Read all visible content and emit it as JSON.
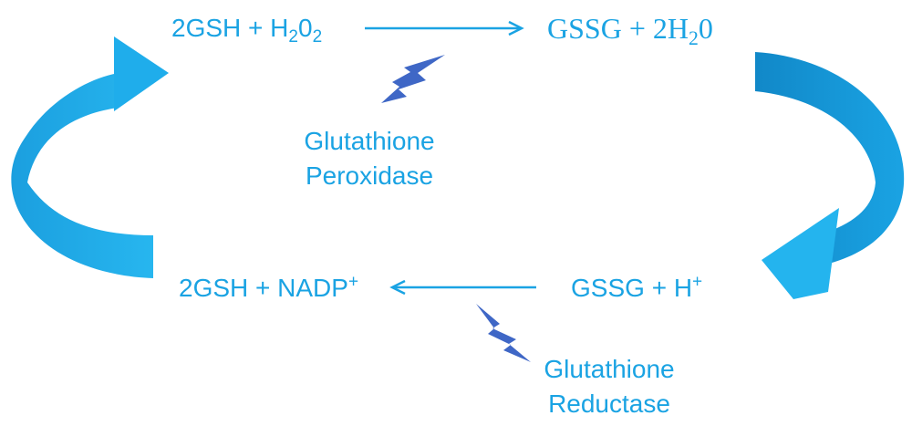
{
  "colors": {
    "text": "#1aa3e3",
    "cycle_arrow_left": "#20aeea",
    "cycle_arrow_right": "#1597d6",
    "cycle_arrow_right_tip": "#24b4ee",
    "reaction_arrow": "#1aa3e3",
    "bolt": "#3f67c6"
  },
  "reactions": {
    "top_left": {
      "a": "2GSH + H",
      "sub1": "2",
      "b": "0",
      "sub2": "2"
    },
    "top_right": {
      "a": "GSSG + 2H",
      "sub1": "2",
      "b": "0"
    },
    "bottom_left": {
      "a": "2GSH + NADP",
      "sup": "+"
    },
    "bottom_right": {
      "a": "GSSG + H",
      "sup": "+"
    }
  },
  "enzymes": {
    "peroxidase": {
      "line1": "Glutathione",
      "line2": "Peroxidase",
      "icon": "lightning-bolt-icon"
    },
    "reductase": {
      "line1": "Glutathione",
      "line2": "Reductase",
      "icon": "lightning-bolt-icon"
    }
  }
}
